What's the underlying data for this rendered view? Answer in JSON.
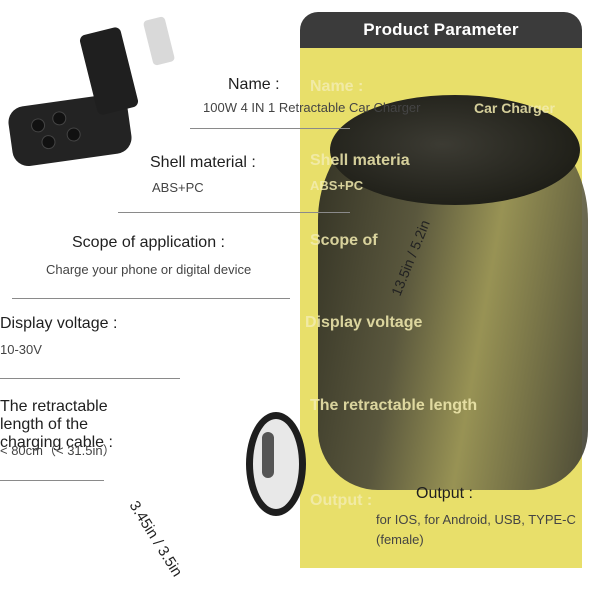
{
  "header": {
    "title": "Product Parameter"
  },
  "params": {
    "name": {
      "label": "Name :",
      "value": "100W 4 IN 1 Retractable Car Charger"
    },
    "shell": {
      "label": "Shell material :",
      "value": "ABS+PC"
    },
    "scope": {
      "label": "Scope of application :",
      "value": "Charge your phone or digital device"
    },
    "display": {
      "label": "Display voltage :",
      "value": "10-30V"
    },
    "retract": {
      "label": "The retractable length of the charging cable :",
      "value": "< 80cm（< 31.5in）"
    },
    "output": {
      "label": "Output :",
      "value": "for IOS, for Android, USB, TYPE-C (female)"
    }
  },
  "ghost": {
    "name": "Name :",
    "name_value": "Car Charger",
    "shell": "Shell materia",
    "shell_value": "ABS+PC",
    "scope": "Scope of",
    "display": "Display voltage",
    "retract": "The retractable length",
    "output": "Output :"
  },
  "measures": {
    "cable": "13.5in / 5.2in",
    "body": "3.45in / 3.5in"
  },
  "colors": {
    "panel": "#e8df6a",
    "header": "#3b3b3b"
  }
}
